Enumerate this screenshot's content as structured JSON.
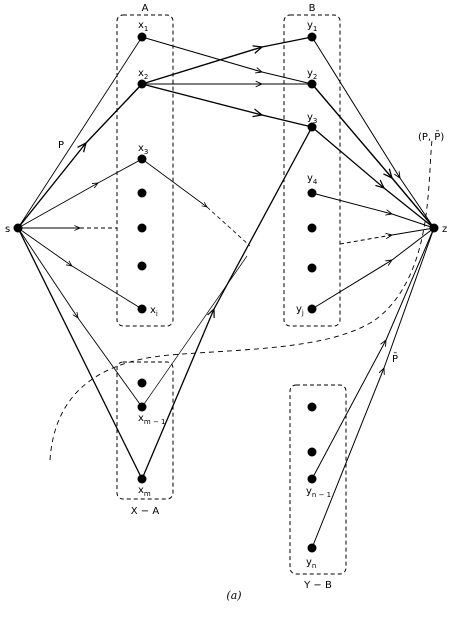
{
  "sets": {
    "A": "A",
    "B": "B",
    "X_minus_A": "X − A",
    "Y_minus_B": "Y − B"
  },
  "vertices": {
    "s": "s",
    "z": "z",
    "x1": {
      "base": "x",
      "sub": "1"
    },
    "x2": {
      "base": "x",
      "sub": "2"
    },
    "x3": {
      "base": "x",
      "sub": "3"
    },
    "xi": {
      "base": "x",
      "sub": "i"
    },
    "xm1": {
      "base": "x",
      "sub": "m − 1"
    },
    "xm": {
      "base": "x",
      "sub": "m"
    },
    "y1": {
      "base": "y",
      "sub": "1"
    },
    "y2": {
      "base": "y",
      "sub": "2"
    },
    "y3": {
      "base": "y",
      "sub": "3"
    },
    "y4": {
      "base": "y",
      "sub": "4"
    },
    "yj": {
      "base": "y",
      "sub": "j"
    },
    "yn1": {
      "base": "y",
      "sub": "n − 1"
    },
    "yn": {
      "base": "y",
      "sub": "n"
    }
  },
  "path_labels": {
    "P": "P",
    "P_bar": "P̄",
    "cut": "(P, P̄)"
  },
  "caption": "(a)"
}
